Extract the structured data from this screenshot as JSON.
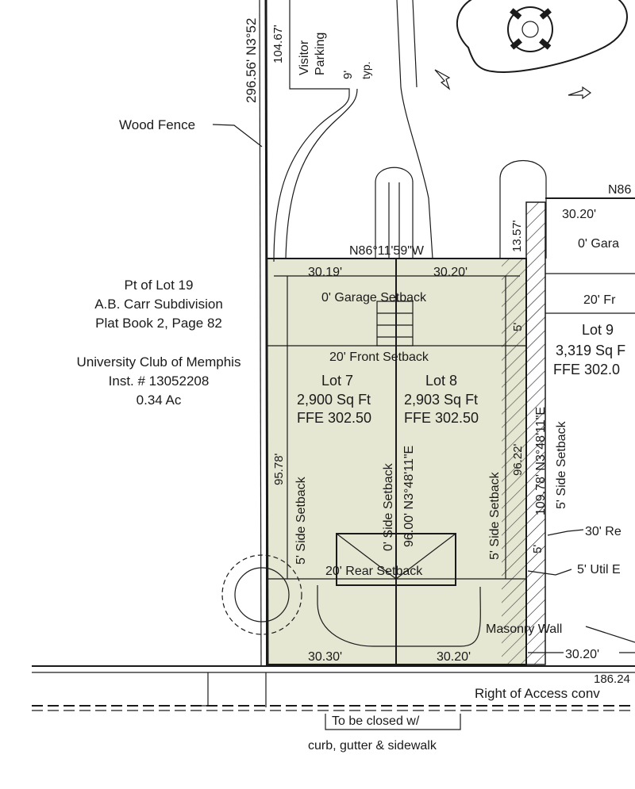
{
  "colors": {
    "lot_fill": "#e6e7d2",
    "ink": "#1a1a1a"
  },
  "labels": {
    "wood_fence": "Wood Fence",
    "north_bearing_dim": "296.56' N3°52",
    "dim_10467": "104.67'",
    "visitor_parking_1": "Visitor",
    "visitor_parking_2": "Parking",
    "dim_9": "9'",
    "typ": "typ.",
    "top_bearing": "N86°11'59\"W",
    "dim_1357": "13.57'",
    "dim_3019": "30.19'",
    "dim_3020_top": "30.20'",
    "garage_setback": "0' Garage Setback",
    "front_setback": "20' Front Setback",
    "lot7": {
      "name": "Lot 7",
      "area": "2,900 Sq Ft",
      "ffe": "FFE 302.50"
    },
    "lot8": {
      "name": "Lot 8",
      "area": "2,903 Sq Ft",
      "ffe": "FFE 302.50"
    },
    "lot9": {
      "name": "Lot 9",
      "area": "3,319 Sq F",
      "ffe": "FFE 302.0"
    },
    "pt_lot": [
      "Pt of Lot 19",
      "A.B. Carr Subdivision",
      "Plat Book 2, Page 82"
    ],
    "univ_club": [
      "University Club of Memphis",
      "Inst. # 13052208",
      "0.34 Ac"
    ],
    "dim_9578": "95.78'",
    "side_setback_left": "5' Side Setback",
    "center_bearing": "96.00' N3°48'11\"E",
    "side_setback_0": "0' Side Setback",
    "side_setback_right": "5' Side Setback",
    "dim_9622": "96.22'",
    "dim_5": "5'",
    "dim_5b": "5'",
    "rear_setback": "20' Rear Setback",
    "right_bearing": "109.78' N3°48'11\"E",
    "side_setback_lot9": "5' Side Setback",
    "lot9_top_bearing": "N86",
    "lot9_dim_3020": "30.20'",
    "lot9_garage": "0' Gara",
    "lot9_front": "20' Fr",
    "rear_30": "30' Re",
    "util": "5' Util E",
    "masonry": "Masonry Wall",
    "dim_3030": "30.30'",
    "dim_3020_bot": "30.20'",
    "dim_3020_right": "30.20'",
    "dim_18624": "186.24",
    "right_access": "Right of Access conv",
    "to_be_closed": "To be closed w/",
    "curb": "curb, gutter & sidewalk"
  }
}
